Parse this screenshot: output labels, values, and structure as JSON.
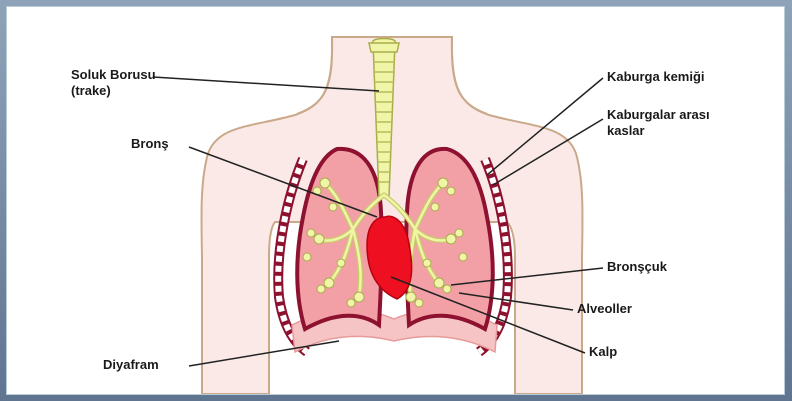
{
  "labels": {
    "soluk_borusu_line1": "Soluk Borusu",
    "soluk_borusu_line2": "(trake)",
    "brons": "Bronş",
    "diyafram": "Diyafram",
    "kaburga_kemigi": "Kaburga kemiği",
    "kaburgalar_arasi_line1": "Kaburgalar arası",
    "kaburgalar_arasi_line2": "kaslar",
    "bronscuk": "Bronşçuk",
    "alveoller": "Alveoller",
    "kalp": "Kalp"
  },
  "colors": {
    "frame": "#7489a3",
    "body_fill": "#fbe9e8",
    "body_outline": "#c9a98a",
    "lung_fill": "#f2a0a6",
    "lung_outline": "#8e1230",
    "trachea": "#f1f5a8",
    "trachea_outline": "#a9ad4a",
    "heart": "#ee1020",
    "diaphragm": "#f6c4c4",
    "rib_cage": "#ffffff"
  }
}
